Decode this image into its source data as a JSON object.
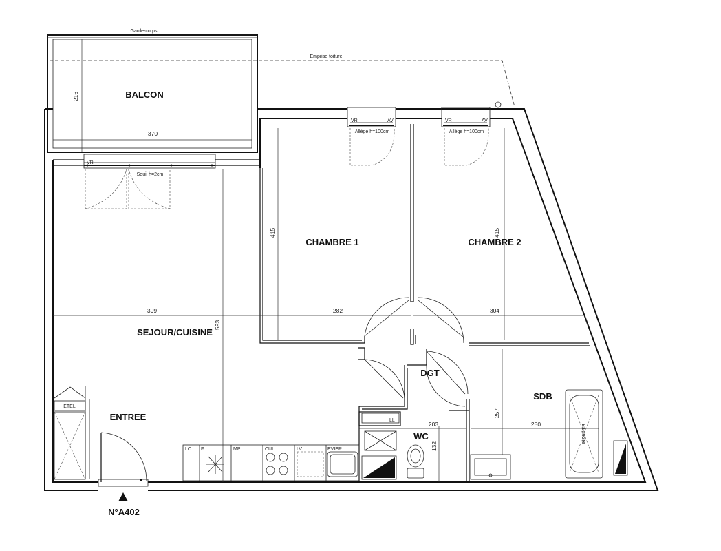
{
  "labels": {
    "garde_corps": "Garde-corps",
    "emprise_toiture": "Emprise toiture",
    "balcon": "BALCON",
    "chambre1": "CHAMBRE 1",
    "chambre2": "CHAMBRE 2",
    "sejour": "SEJOUR/CUISINE",
    "entree": "ENTREE",
    "dgt": "DGT",
    "sdb": "SDB",
    "wc": "WC",
    "etel": "ETEL",
    "lot": "N°A402"
  },
  "dimensions": {
    "balcon_depth": "216",
    "balcon_width": "370",
    "chambre1_depth": "415",
    "chambre2_depth": "415",
    "sejour_width": "399",
    "chambre1_width": "282",
    "chambre2_width": "304",
    "sejour_depth": "593",
    "wc_width": "203",
    "wc_depth": "132",
    "sdb_depth": "257",
    "sdb_width": "250"
  },
  "annotations": {
    "vr": "VR",
    "av": "AV",
    "seuil": "Seuil h=2cm",
    "allege1": "Allège h=100cm",
    "allege2": "Allège h=100cm",
    "baignoire": "Baignoire",
    "lc": "LC",
    "f": "F",
    "mp": "MP",
    "cui": "CUI",
    "lv": "LV",
    "evier": "EVIER",
    "ll": "LL"
  }
}
